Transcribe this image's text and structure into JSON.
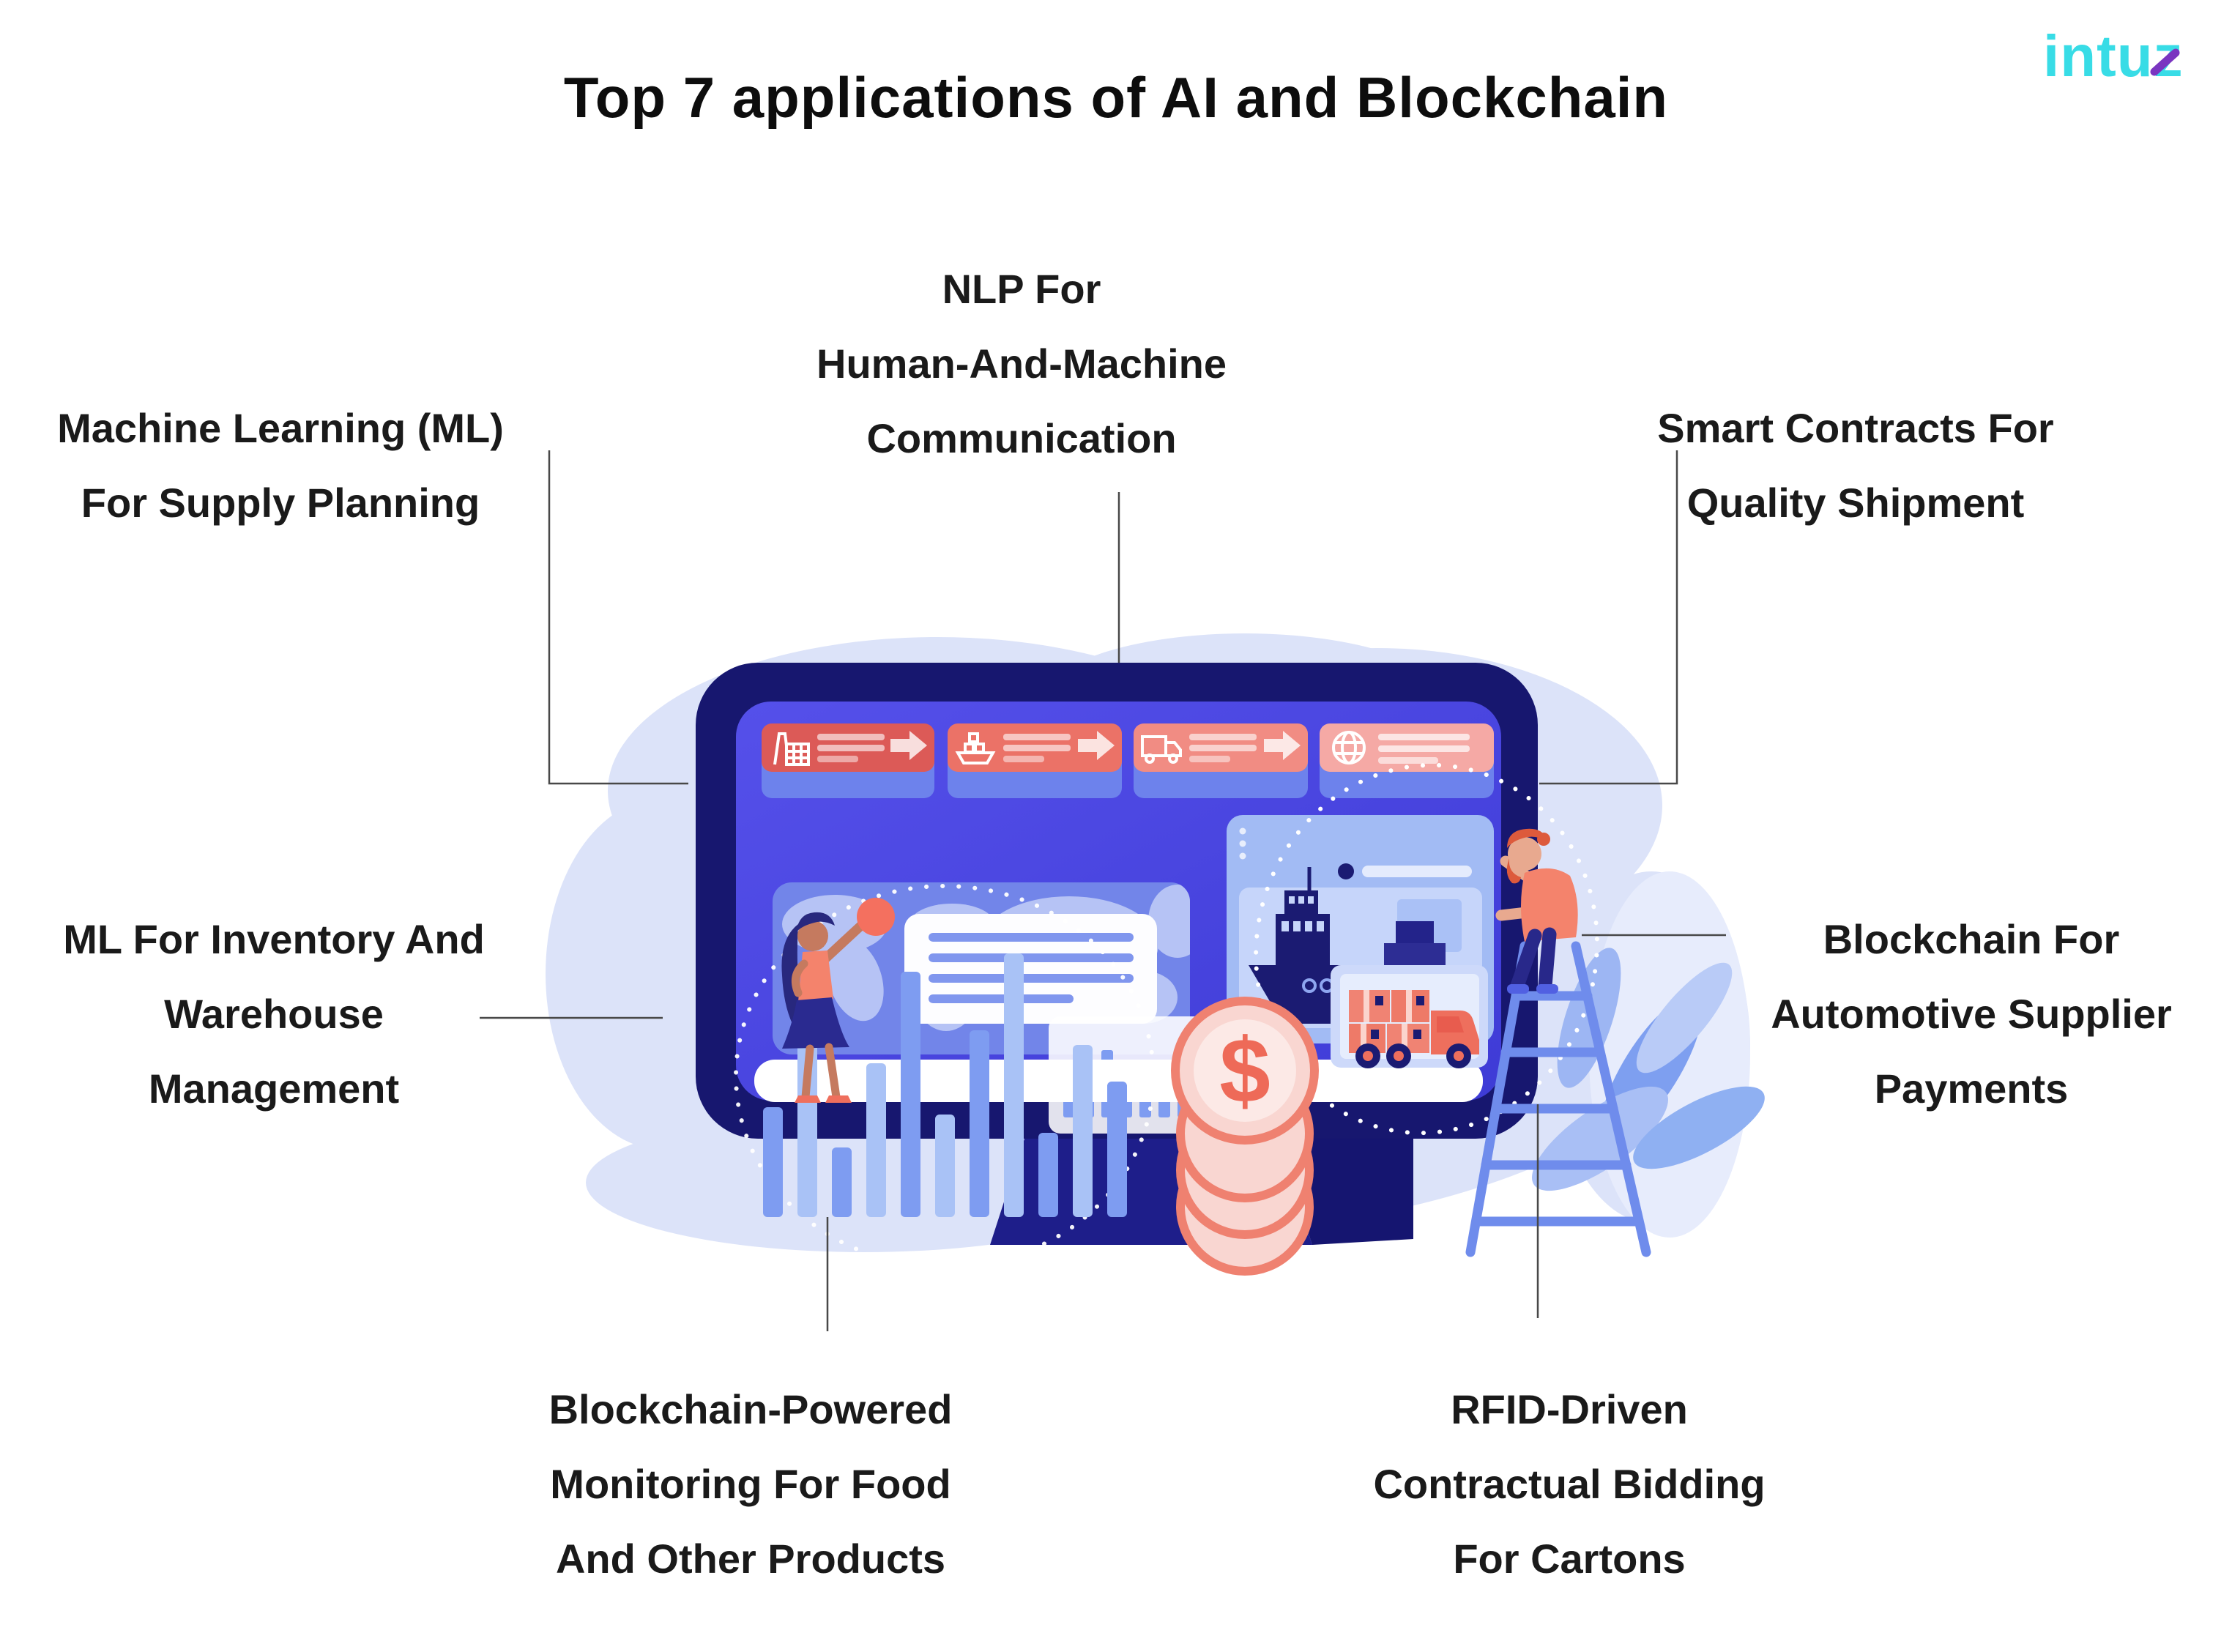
{
  "title": "Top 7 applications of AI and Blockchain",
  "logo": {
    "text": "intuz"
  },
  "labels": [
    {
      "id": "ml-supply-planning",
      "lines": [
        "Machine Learning (ML)",
        "For Supply Planning",
        ""
      ]
    },
    {
      "id": "nlp-communication",
      "lines": [
        "NLP For",
        "Human-And-Machine",
        "Communication"
      ]
    },
    {
      "id": "smart-contracts",
      "lines": [
        "Smart Contracts For",
        "Quality Shipment",
        ""
      ]
    },
    {
      "id": "ml-inventory",
      "lines": [
        "ML For Inventory And",
        "Warehouse",
        "Management"
      ]
    },
    {
      "id": "blockchain-payments",
      "lines": [
        "Blockchain For",
        "Automotive Supplier",
        "Payments"
      ]
    },
    {
      "id": "blockchain-monitoring",
      "lines": [
        "Blockchain-Powered",
        "Monitoring For Food",
        "And Other Products"
      ]
    },
    {
      "id": "rfid-bidding",
      "lines": [
        "RFID-Driven",
        "Contractual Bidding",
        "For Cartons"
      ]
    }
  ],
  "illustration": {
    "description": "Supply chain dashboard monitor with AI and blockchain elements",
    "icons": [
      "factory-icon",
      "cargo-ship-icon",
      "delivery-truck-icon",
      "globe-icon",
      "arrow-right-icon",
      "world-map",
      "chat-bubble-icon",
      "location-dot-icon",
      "bar-chart-icon",
      "dollar-coin-icon",
      "ladder-icon",
      "plant-icon"
    ],
    "colors": {
      "monitor_navy": "#17176f",
      "screen_blue": "#4743e0",
      "card_reds": [
        "#dc5a57",
        "#eb7267",
        "#f18c83",
        "#f5a9a5"
      ],
      "coral": "#ee6f5d",
      "light_blue": "#a9c2f6",
      "blob": "#dce3f9",
      "logo_cyan": "#38dce6",
      "logo_purple": "#7a35c0"
    }
  }
}
